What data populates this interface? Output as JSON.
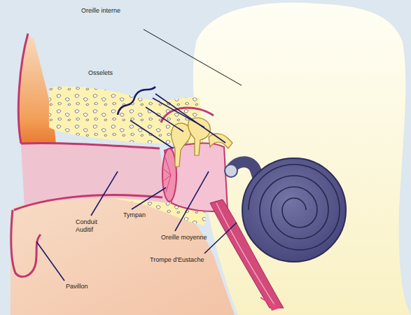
{
  "diagram": {
    "labels": [
      "Oreille interne",
      "Osselets",
      "Tympan",
      "Conduit Auditif",
      "Oreille moyenne",
      "Trompe d'Eustache",
      "Pavillon"
    ]
  }
}
